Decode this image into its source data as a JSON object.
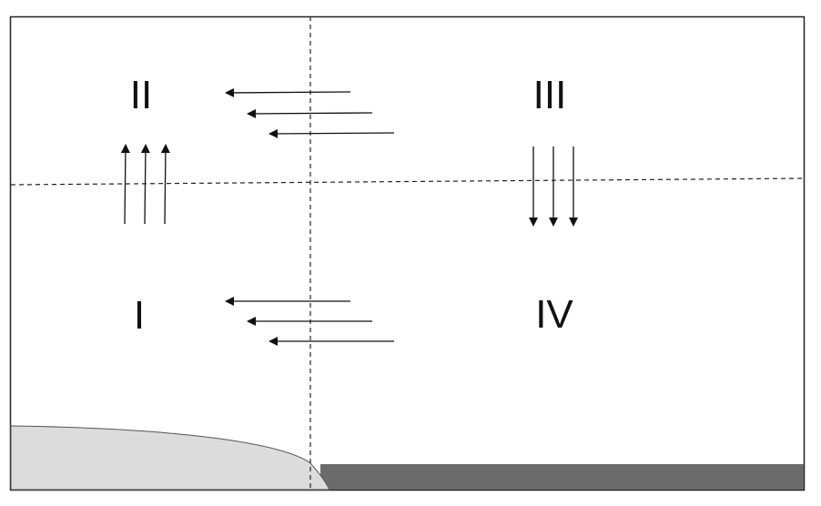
{
  "diagram": {
    "quadrants": {
      "q1": "I",
      "q2": "II",
      "q3": "III",
      "q4": "IV"
    },
    "colors": {
      "frame": "#222222",
      "line": "#111111",
      "dash": "#222222",
      "land_fill": "#dcdcdc",
      "land_stroke": "#555555",
      "surface_bar": "#6b6b6b"
    }
  }
}
